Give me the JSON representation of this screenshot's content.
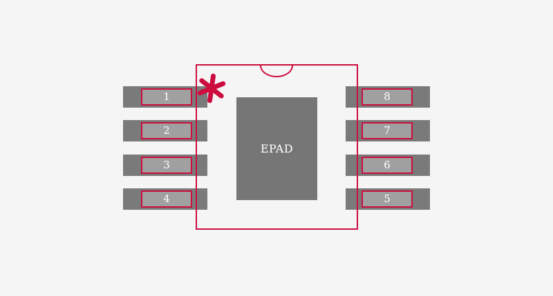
{
  "diagram": {
    "type": "ic-package-footprint",
    "description": "8-pin package footprint with exposed pad, pin-1 asterisk marker and top orientation notch",
    "epad_label": "EPAD",
    "pins": {
      "left": [
        "1",
        "2",
        "3",
        "4"
      ],
      "right": [
        "8",
        "7",
        "6",
        "5"
      ]
    },
    "colors": {
      "outline_red": "#cc0d3d",
      "pad_gray": "#7a7a7a",
      "pin_fill_gray": "#a0a0a0",
      "epad_gray": "#767676",
      "background": "#f5f5f5",
      "label_text": "#ffffff"
    }
  }
}
